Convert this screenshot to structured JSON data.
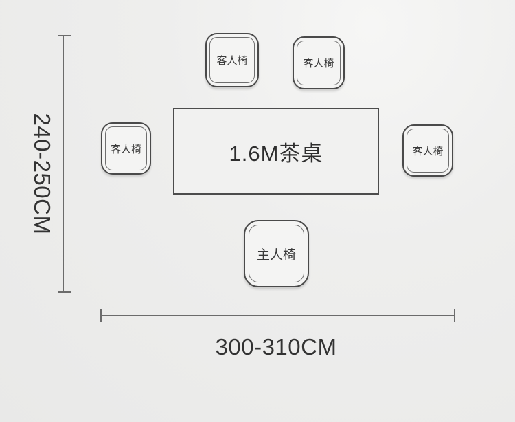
{
  "table": {
    "label": "1.6M茶桌"
  },
  "chairs": [
    {
      "id": "guest-top-left",
      "label": "客人椅"
    },
    {
      "id": "guest-top-right",
      "label": "客人椅"
    },
    {
      "id": "guest-left",
      "label": "客人椅"
    },
    {
      "id": "guest-right",
      "label": "客人椅"
    },
    {
      "id": "host-bottom",
      "label": "主人椅"
    }
  ],
  "dimensions": {
    "vertical_label": "240-250CM",
    "horizontal_label": "300-310CM"
  },
  "colors": {
    "background": "#ececeb",
    "line": "#6b6b6b",
    "border": "#4a4a4a",
    "chair_fill": "#f4f4f3",
    "text": "#333333"
  }
}
